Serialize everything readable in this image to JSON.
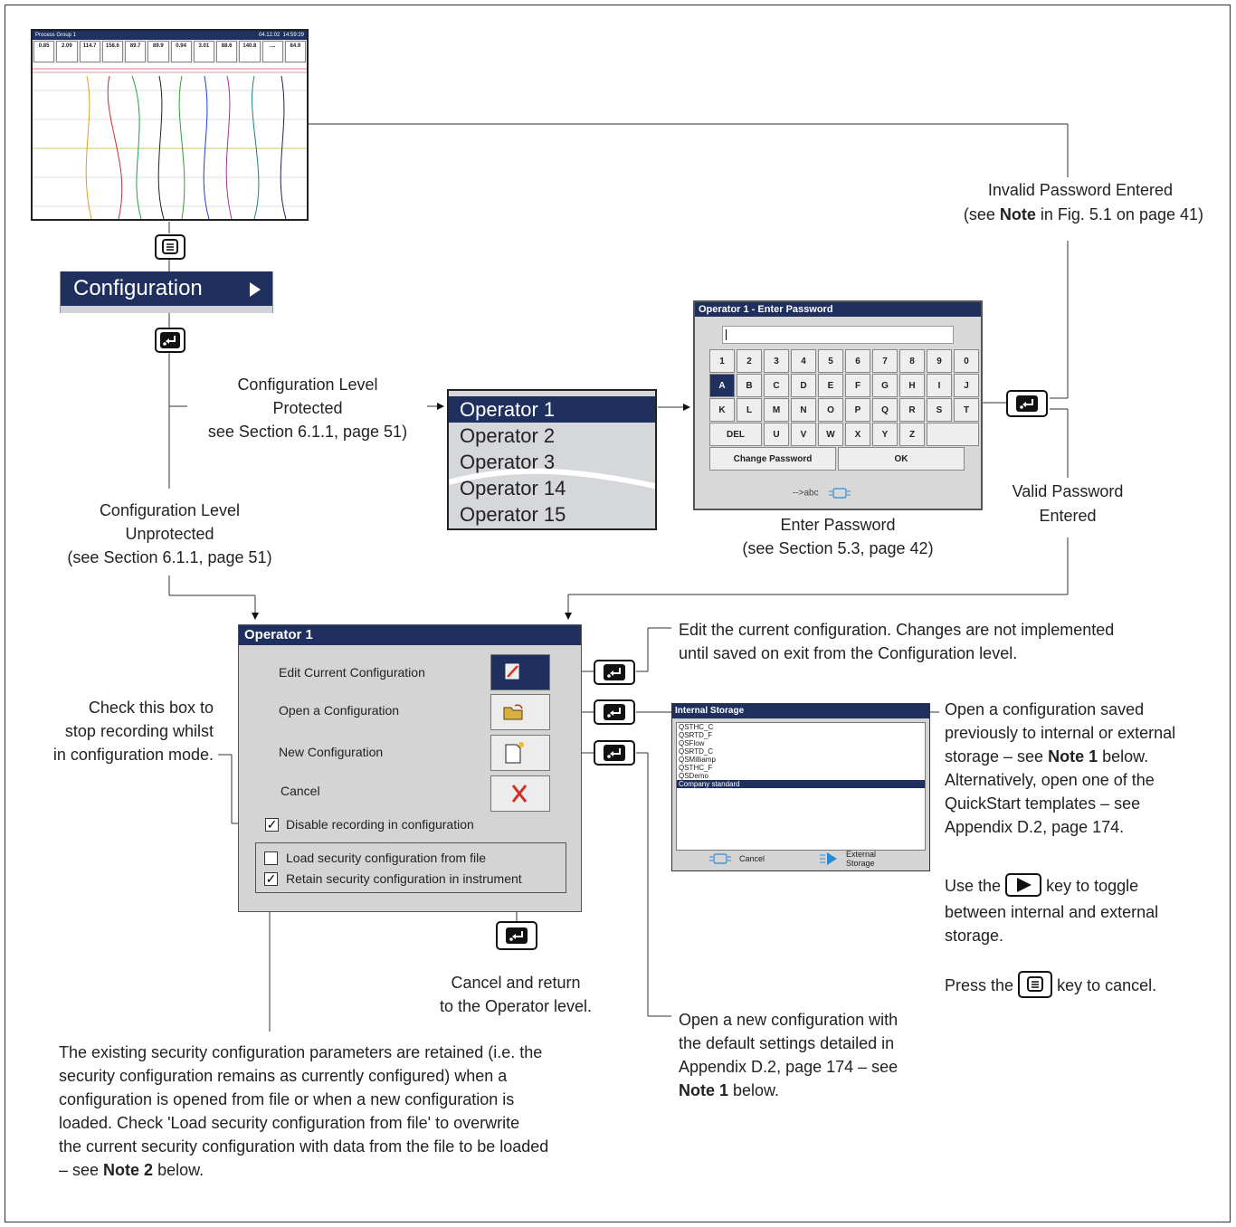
{
  "screenshot": {
    "title": "Process Group 1",
    "date": "04.12.02",
    "time": "14:59:29",
    "values": [
      "0.85",
      "2.09",
      "114.7",
      "158.6",
      "89.7",
      "89.9",
      "0.94",
      "3.01",
      "88.6",
      "140.8",
      "....",
      "84.9"
    ]
  },
  "config_menu": {
    "label": "Configuration"
  },
  "labels": {
    "invalid_line1": "Invalid Password Entered",
    "invalid_line2_pre": "(see ",
    "invalid_line2_bold": "Note",
    "invalid_line2_post": " in Fig. 5.1 on page 41)",
    "protected_line1": "Configuration Level",
    "protected_line2": "Protected",
    "protected_line3": "see Section 6.1.1, page 51)",
    "unprotected_line1": "Configuration Level",
    "unprotected_line2": "Unprotected",
    "unprotected_line3": "(see Section 6.1.1, page 51)",
    "enter_pwd_line1": "Enter Password",
    "enter_pwd_line2": "(see Section 5.3, page 42)",
    "valid_line1": "Valid Password",
    "valid_line2": "Entered",
    "edit_desc_line1": "Edit the current configuration. Changes are not implemented",
    "edit_desc_line2": "until saved on exit from the Configuration level.",
    "check_line1": "Check this box to",
    "check_line2": "stop recording whilst",
    "check_line3": "in configuration mode.",
    "open_desc_line1": "Open a configuration saved",
    "open_desc_line2": "previously to internal or external",
    "open_desc_line3_pre": "storage – see ",
    "open_desc_line3_bold": "Note 1",
    "open_desc_line3_post": " below.",
    "open_desc_line4": "Alternatively, open one of the",
    "open_desc_line5": "QuickStart templates – see",
    "open_desc_line6": "Appendix D.2, page 174.",
    "toggle_pre": "Use the",
    "toggle_post": "key to toggle",
    "toggle_line2": "between internal and external",
    "toggle_line3": "storage.",
    "press_pre": "Press the",
    "press_post": "key to cancel.",
    "cancel_line1": "Cancel and return",
    "cancel_line2": "to the Operator level.",
    "new_desc_line1": "Open a new configuration with",
    "new_desc_line2": "the default settings detailed in",
    "new_desc_line3": "Appendix D.2, page 174 – see",
    "new_desc_line4_bold": "Note 1",
    "new_desc_line4_post": " below.",
    "sec_line1": "The existing security configuration parameters are retained (i.e. the",
    "sec_line2": "security configuration remains as currently configured) when a",
    "sec_line3": "configuration is opened from file or when a new configuration is",
    "sec_line4": "loaded. Check 'Load security configuration from file' to overwrite",
    "sec_line5": "the current security configuration with data from the file to be loaded",
    "sec_line6_pre": "– see ",
    "sec_line6_bold": "Note 2",
    "sec_line6_post": " below."
  },
  "operators": [
    "Operator 1",
    "Operator 2",
    "Operator 3",
    "Operator 14",
    "Operator 15"
  ],
  "password_dialog": {
    "title": "Operator 1 - Enter Password",
    "row1": [
      "1",
      "2",
      "3",
      "4",
      "5",
      "6",
      "7",
      "8",
      "9",
      "0"
    ],
    "row2": [
      "A",
      "B",
      "C",
      "D",
      "E",
      "F",
      "G",
      "H",
      "I",
      "J"
    ],
    "row3": [
      "K",
      "L",
      "M",
      "N",
      "O",
      "P",
      "Q",
      "R",
      "S",
      "T"
    ],
    "row4": [
      "DEL",
      "U",
      "V",
      "W",
      "X",
      "Y",
      "Z"
    ],
    "change_password": "Change Password",
    "ok": "OK",
    "hint": "-->abc"
  },
  "operator_dialog": {
    "title": "Operator 1",
    "edit": "Edit Current Configuration",
    "open": "Open a Configuration",
    "new": "New Configuration",
    "cancel": "Cancel",
    "disable_recording": "Disable recording in configuration",
    "load_security": "Load security configuration from file",
    "retain_security": "Retain security configuration in instrument"
  },
  "storage_dialog": {
    "title": "Internal Storage",
    "items": [
      "QSTHC_C",
      "QSRTD_F",
      "QSFlow",
      "QSRTD_C",
      "QSMilliamp",
      "QSTHC_F",
      "QSDemo",
      "Company standard"
    ],
    "cancel": "Cancel",
    "external_line1": "External",
    "external_line2": "Storage"
  },
  "colors": {
    "navy": "#20305e",
    "selected": "#20305e"
  }
}
